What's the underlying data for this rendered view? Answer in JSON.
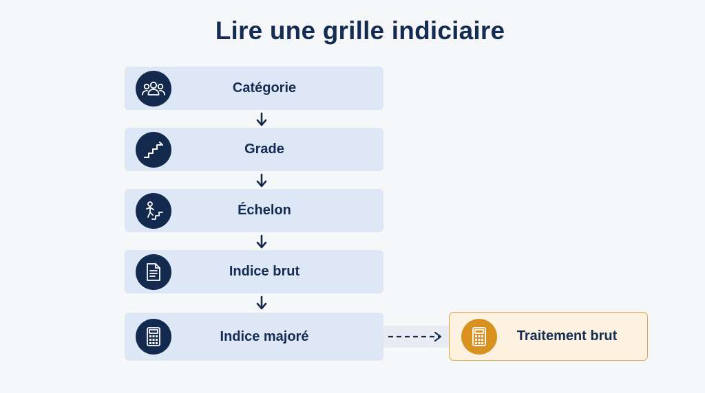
{
  "title": "Lire une grille indiciaire",
  "steps": [
    {
      "label": "Catégorie",
      "icon": "people-group-icon"
    },
    {
      "label": "Grade",
      "icon": "stairs-icon"
    },
    {
      "label": "Échelon",
      "icon": "person-climbing-stairs-icon"
    },
    {
      "label": "Indice brut",
      "icon": "document-icon"
    },
    {
      "label": "Indice majoré",
      "icon": "calculator-icon"
    }
  ],
  "result": {
    "label": "Traitement brut",
    "icon": "calculator-icon"
  },
  "colors": {
    "title": "#142b52",
    "step_background": "#dde7f6",
    "icon_circle": "#13294e",
    "result_background": "#fdf1df",
    "result_border": "#e3a544",
    "result_icon_circle": "#d99122",
    "arrow": "#13294e"
  }
}
